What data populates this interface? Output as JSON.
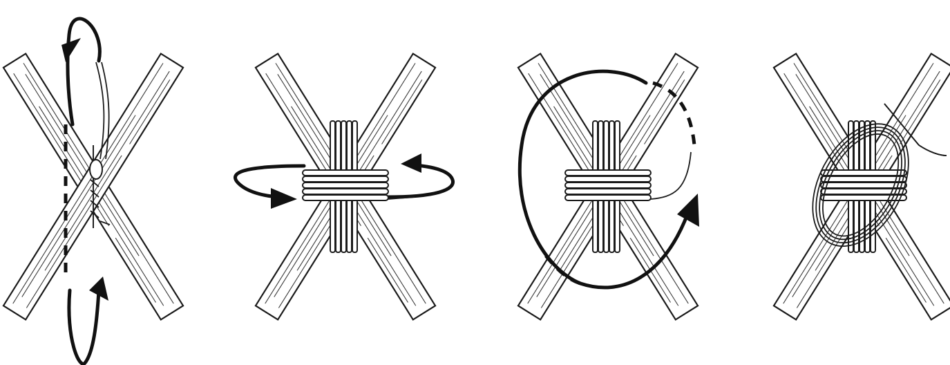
{
  "figure": {
    "steps": [
      {
        "id": "step-1",
        "description_visible": false
      },
      {
        "id": "step-2",
        "description_visible": false
      },
      {
        "id": "step-3",
        "description_visible": false
      },
      {
        "id": "step-4",
        "description_visible": false
      }
    ]
  },
  "colors": {
    "ink": "#111111",
    "background": "#ffffff"
  }
}
